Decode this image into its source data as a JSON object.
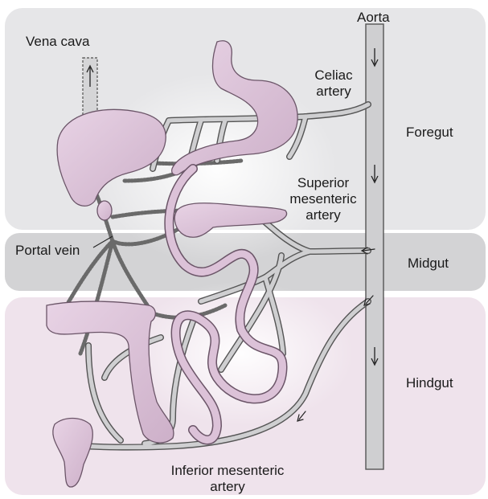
{
  "regions": {
    "foregut": "Foregut",
    "midgut": "Midgut",
    "hindgut": "Hindgut"
  },
  "labels": {
    "aorta": "Aorta",
    "vena_cava": "Vena cava",
    "celiac_line1": "Celiac",
    "celiac_line2": "artery",
    "sma_line1": "Superior",
    "sma_line2": "mesenteric",
    "sma_line3": "artery",
    "portal_vein": "Portal vein",
    "ima_line1": "Inferior mesenteric",
    "ima_line2": "artery"
  },
  "colors": {
    "foregut_bg": "#e6e6e8",
    "midgut_bg": "#d3d3d5",
    "hindgut_bg": "#efe3ec",
    "vessel_fill": "#cfcfd1",
    "vessel_stroke": "#555555",
    "organ_fill": "#dcc2d8",
    "organ_stroke": "#6b5568"
  }
}
